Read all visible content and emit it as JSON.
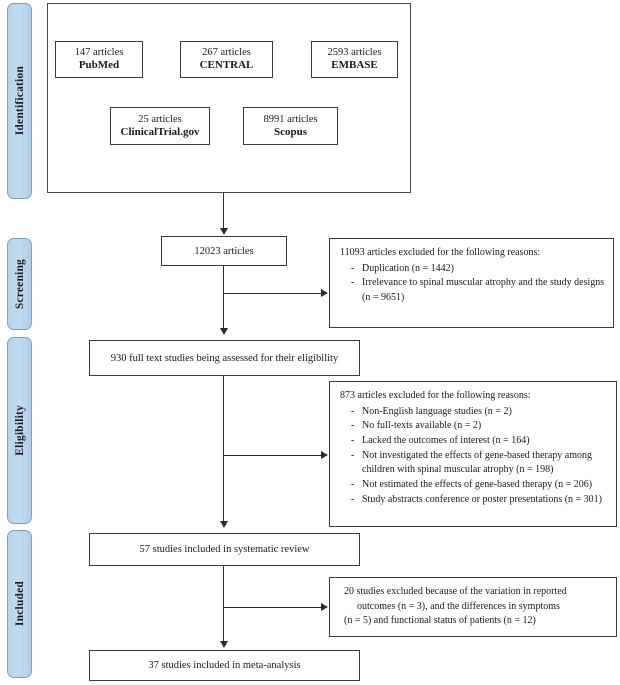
{
  "diagram": {
    "type": "prisma-flow-diagram",
    "phases": [
      {
        "id": "identification",
        "label": "Identification"
      },
      {
        "id": "screening",
        "label": "Screening"
      },
      {
        "id": "eligibility",
        "label": "Eligibility"
      },
      {
        "id": "included",
        "label": "Included"
      }
    ],
    "sources": [
      {
        "count": "147 articles",
        "name": "PubMed"
      },
      {
        "count": "267 articles",
        "name": "CENTRAL"
      },
      {
        "count": "2593 articles",
        "name": "EMBASE"
      },
      {
        "count": "25 articles",
        "name": "ClinicalTrial.gov"
      },
      {
        "count": "8991 articles",
        "name": "Scopus"
      }
    ],
    "flow": {
      "records_identified": "12023 articles",
      "full_text_assessed": "930 full text studies being assessed for their eligibility",
      "included_systematic_review": "57 studies included in systematic review",
      "included_meta_analysis": "37 studies included in meta-analysis"
    },
    "exclusions": {
      "screening": {
        "heading": "11093 articles excluded for the following reasons:",
        "reasons": [
          "Duplication (n = 1442)",
          "Irrelevance to spinal muscular atrophy and the study designs (n = 9651)"
        ]
      },
      "eligibility": {
        "heading": "873 articles excluded for the following reasons:",
        "reasons": [
          "Non-English language studies (n = 2)",
          "No full-texts available (n = 2)",
          "Lacked the outcomes of interest (n = 164)",
          "Not investigated the effects of gene-based therapy among children with spinal muscular atrophy (n = 198)",
          "Not estimated the effects of gene-based therapy (n = 206)",
          "Study abstracts conference or poster presentations (n = 301)"
        ]
      },
      "included": {
        "line1": "20 studies excluded because of the variation in reported",
        "line2": "outcomes (n = 3), and the differences in symptoms",
        "line3": "(n = 5) and functional status of patients (n = 12)"
      }
    },
    "colors": {
      "phase_bar_fill": "#bfd9ef",
      "phase_bar_border": "#7d9fbd",
      "box_border": "#3b3b3b",
      "connector": "#2b2b2b",
      "background": "#ffffff"
    }
  }
}
